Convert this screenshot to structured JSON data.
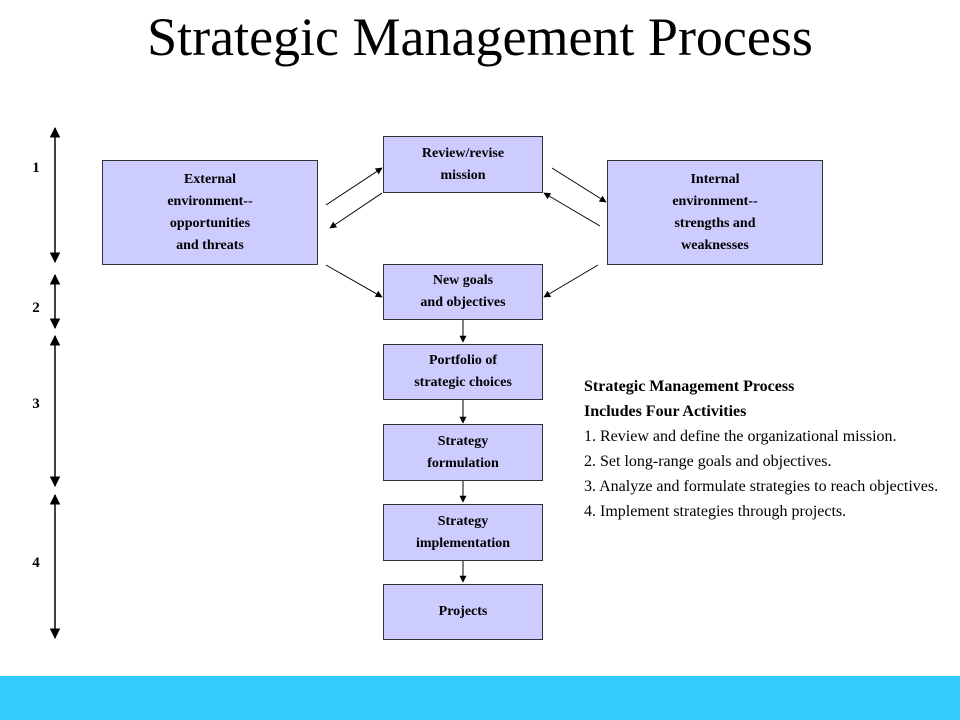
{
  "title": "Strategic Management Process",
  "colors": {
    "box_fill": "#ccccff",
    "box_border": "#333333",
    "footer_bar": "#33ccff",
    "arrow": "#000000"
  },
  "boxes": {
    "external": "External\nenvironment--\nopportunities\nand threats",
    "review": "Review/revise\nmission",
    "internal": "Internal\nenvironment--\nstrengths and\nweaknesses",
    "goals": "New goals\nand objectives",
    "portfolio": "Portfolio of\nstrategic choices",
    "formulation": "Strategy\nformulation",
    "implementation": "Strategy\nimplementation",
    "projects": "Projects"
  },
  "stages": [
    "1",
    "2",
    "3",
    "4"
  ],
  "notes": {
    "heading_line1": "Strategic Management Process",
    "heading_line2": "Includes Four Activities",
    "items": [
      "1. Review and define the organizational mission.",
      "2. Set long-range goals and objectives.",
      "3. Analyze and formulate strategies to reach objectives.",
      "4. Implement strategies through projects."
    ]
  }
}
